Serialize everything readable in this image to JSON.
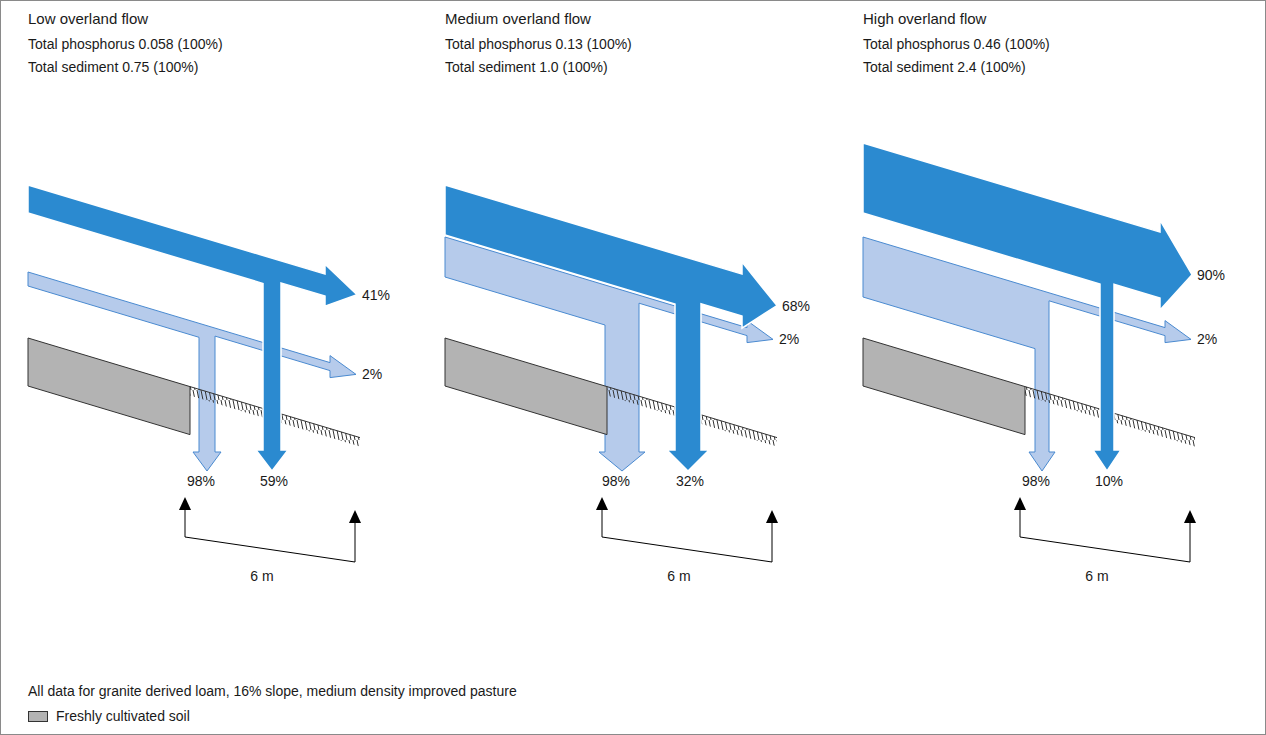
{
  "diagram": {
    "labels": [
      "Low overland flow",
      "Total phosphorus 0.058 (100%)",
      "Total sediment 0.75 (100%)",
      "41%",
      "2%",
      "98%",
      "59%",
      "6 m",
      "Medium overland flow",
      "Total phosphorus 0.13 (100%)",
      "Total sediment 1.0 (100%)",
      "68%",
      "2%",
      "98%",
      "32%",
      "6 m",
      "High overland flow",
      "Total phosphorus 0.46 (100%)",
      "Total sediment 2.4 (100%)",
      "90%",
      "2%",
      "98%",
      "10%",
      "6 m",
      "All data for granite derived loam, 16% slope, medium density improved pasture"
    ],
    "legend": [
      {
        "text": "Freshly cultivated soil",
        "color": "#b3b3b3"
      }
    ]
  }
}
